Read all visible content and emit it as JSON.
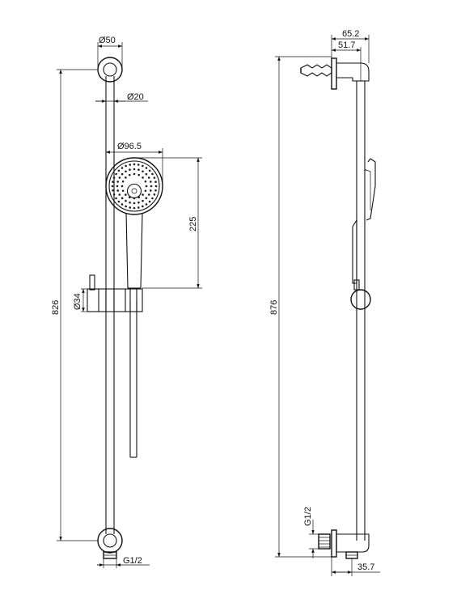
{
  "front_view": {
    "wall_bracket_dia_label": "Ø50",
    "rail_dia_label": "Ø20",
    "handset_dia_label": "Ø96.5",
    "handset_height_label": "225",
    "slider_dia_label": "Ø34",
    "overall_height_label": "826",
    "outlet_thread_label": "G1/2"
  },
  "side_view": {
    "bracket_depth_label": "65.2",
    "rail_offset_label": "51.7",
    "overall_height_label": "876",
    "inlet_thread_label": "G1/2",
    "outlet_offset_label": "35.7"
  },
  "colors": {
    "line": "#111111",
    "background": "#ffffff"
  }
}
